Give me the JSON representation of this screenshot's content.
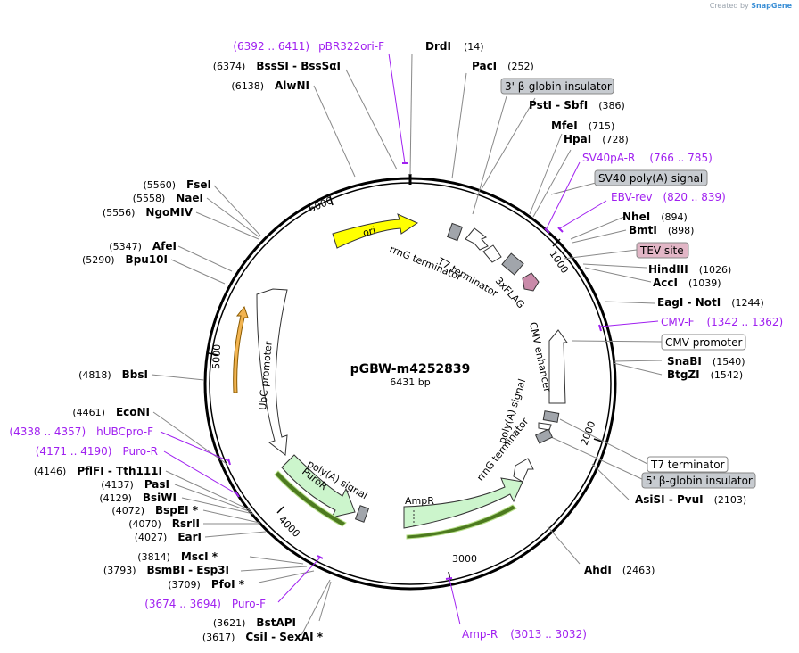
{
  "credit": {
    "prefix": "Created by",
    "brand": "SnapGene"
  },
  "plasmid": {
    "name": "pGBW-m4252839",
    "length": "6431 bp"
  },
  "ticks": [
    "1000",
    "2000",
    "3000",
    "4000",
    "5000",
    "6000"
  ],
  "enzymes": {
    "drdi": {
      "name": "DrdI",
      "pos": "(14)"
    },
    "paci": {
      "name": "PacI",
      "pos": "(252)"
    },
    "psti": {
      "name": "PstI",
      "sep": " - ",
      "name2": "SbfI",
      "pos": "(386)"
    },
    "mfei": {
      "name": "MfeI",
      "pos": "(715)"
    },
    "hpai": {
      "name": "HpaI",
      "pos": "(728)"
    },
    "nhei": {
      "name": "NheI",
      "pos": "(894)"
    },
    "bmti": {
      "name": "BmtI",
      "pos": "(898)"
    },
    "hindiii": {
      "name": "HindIII",
      "pos": "(1026)"
    },
    "acci": {
      "name": "AccI",
      "pos": "(1039)"
    },
    "eagi": {
      "name": "EagI",
      "sep": " - ",
      "name2": "NotI",
      "pos": "(1244)"
    },
    "snabi": {
      "name": "SnaBI",
      "pos": "(1540)"
    },
    "btgzi": {
      "name": "BtgZI",
      "pos": "(1542)"
    },
    "asisi": {
      "name": "AsiSI",
      "sep": " - ",
      "name2": "PvuI",
      "pos": "(2103)"
    },
    "ahdi": {
      "name": "AhdI",
      "pos": "(2463)"
    },
    "bstapi": {
      "name": "BstAPI",
      "pos": "(3621)"
    },
    "csii": {
      "name": "CsiI",
      "sep": " - ",
      "name2": "SexAI *",
      "pos": "(3617)"
    },
    "pfoi": {
      "name": "PfoI *",
      "pos": "(3709)"
    },
    "bsmbi": {
      "name": "BsmBI",
      "sep": " - ",
      "name2": "Esp3I",
      "pos": "(3793)"
    },
    "msci": {
      "name": "MscI *",
      "pos": "(3814)"
    },
    "eari": {
      "name": "EarI",
      "pos": "(4027)"
    },
    "rsrii": {
      "name": "RsrII",
      "pos": "(4070)"
    },
    "bspei": {
      "name": "BspEI *",
      "pos": "(4072)"
    },
    "bsiwi": {
      "name": "BsiWI",
      "pos": "(4129)"
    },
    "pasi": {
      "name": "PasI",
      "pos": "(4137)"
    },
    "pflfi": {
      "name": "PflFI",
      "sep": " - ",
      "name2": "Tth111I",
      "pos": "(4146)"
    },
    "econi": {
      "name": "EcoNI",
      "pos": "(4461)"
    },
    "bbsi": {
      "name": "BbsI",
      "pos": "(4818)"
    },
    "bpu10i": {
      "name": "Bpu10I",
      "pos": "(5290)"
    },
    "afei": {
      "name": "AfeI",
      "pos": "(5347)"
    },
    "ngomiv": {
      "name": "NgoMIV",
      "pos": "(5556)"
    },
    "naei": {
      "name": "NaeI",
      "pos": "(5558)"
    },
    "fsei": {
      "name": "FseI",
      "pos": "(5560)"
    },
    "alwni": {
      "name": "AlwNI",
      "pos": "(6138)"
    },
    "bsssi": {
      "name": "BssSI",
      "sep": " - ",
      "name2": "BssSαI",
      "pos": "(6374)"
    }
  },
  "primers": {
    "pbr322ori": {
      "name": "pBR322ori-F",
      "pos": "(6392 .. 6411)"
    },
    "sv40pa": {
      "name": "SV40pA-R",
      "pos": "(766 .. 785)"
    },
    "ebvrev": {
      "name": "EBV-rev",
      "pos": "(820 .. 839)"
    },
    "cmvf": {
      "name": "CMV-F",
      "pos": "(1342 .. 1362)"
    },
    "ampr": {
      "name": "Amp-R",
      "pos": "(3013 .. 3032)"
    },
    "purof": {
      "name": "Puro-F",
      "pos": "(3674 .. 3694)"
    },
    "puror": {
      "name": "Puro-R",
      "pos": "(4171 .. 4190)"
    },
    "hubcpro": {
      "name": "hUBCpro-F",
      "pos": "(4338 .. 4357)"
    }
  },
  "feature_labels": {
    "bglobin_ins_top": "3' β-globin insulator",
    "sv40polya": "SV40 poly(A) signal",
    "tev": "TEV site",
    "cmv_promoter": "CMV promoter",
    "t7_term": "T7 terminator",
    "bglobin_ins_5": "5' β-globin insulator"
  },
  "inner_labels": {
    "ori": "ori",
    "rrng_top": "rrnG terminator",
    "t7_top": "T7 terminator",
    "flag": "3xFLAG",
    "cmv_enh": "CMV enhancer",
    "polya_right": "poly(A) signal",
    "rrng_right": "rrnG terminator",
    "ampr": "AmpR",
    "polya_left": "poly(A) signal",
    "puror": "PuroR",
    "ubc": "UbC promoter"
  },
  "colors": {
    "primer": "#a020f0",
    "ori": "#ffff00",
    "resistance": "#ccf5cc",
    "gray_box": "#c7cbd0",
    "tev_box": "#e2b6c6",
    "flag": "#c98aa9",
    "terminator": "#a1a5ab",
    "orange_orf": "#f2b451",
    "green_orf": "#4d7a1f"
  }
}
